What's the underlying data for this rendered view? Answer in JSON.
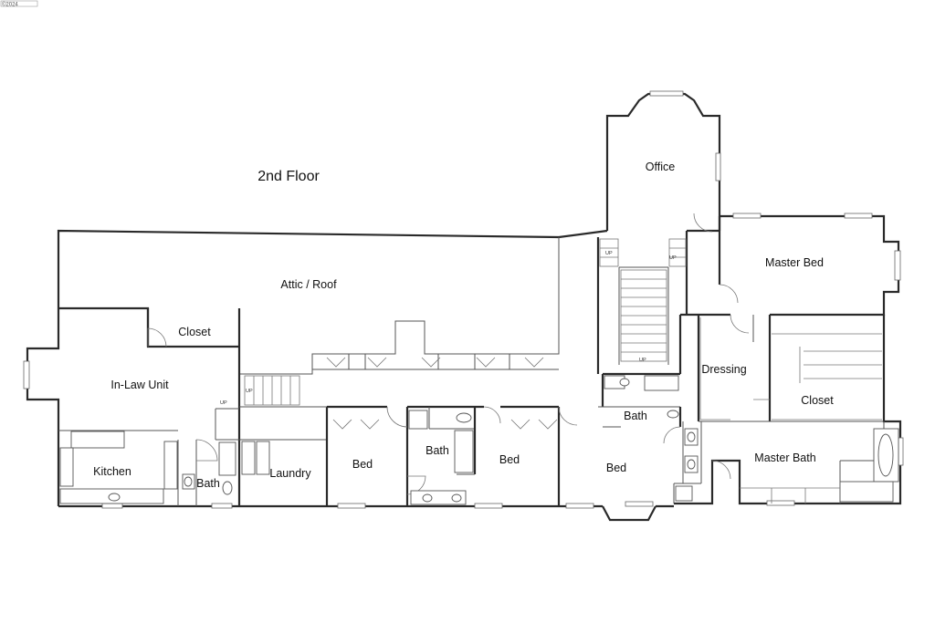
{
  "watermark": {
    "text": "©2024"
  },
  "title": "2nd Floor",
  "rooms": {
    "attic": "Attic / Roof",
    "closet_left": "Closet",
    "in_law": "In-Law Unit",
    "kitchen": "Kitchen",
    "bath_small": "Bath",
    "laundry": "Laundry",
    "bed_1": "Bed",
    "bath_mid": "Bath",
    "bed_2": "Bed",
    "bed_3": "Bed",
    "bath_right": "Bath",
    "office": "Office",
    "master_bed": "Master Bed",
    "dressing": "Dressing",
    "closet_master": "Closet",
    "master_bath": "Master Bath"
  },
  "stair_marks": {
    "up_left": "UP",
    "up_inlaw": "UP",
    "up_main_left": "UP",
    "up_main_right": "UP",
    "up_main_bottom": "UP"
  }
}
